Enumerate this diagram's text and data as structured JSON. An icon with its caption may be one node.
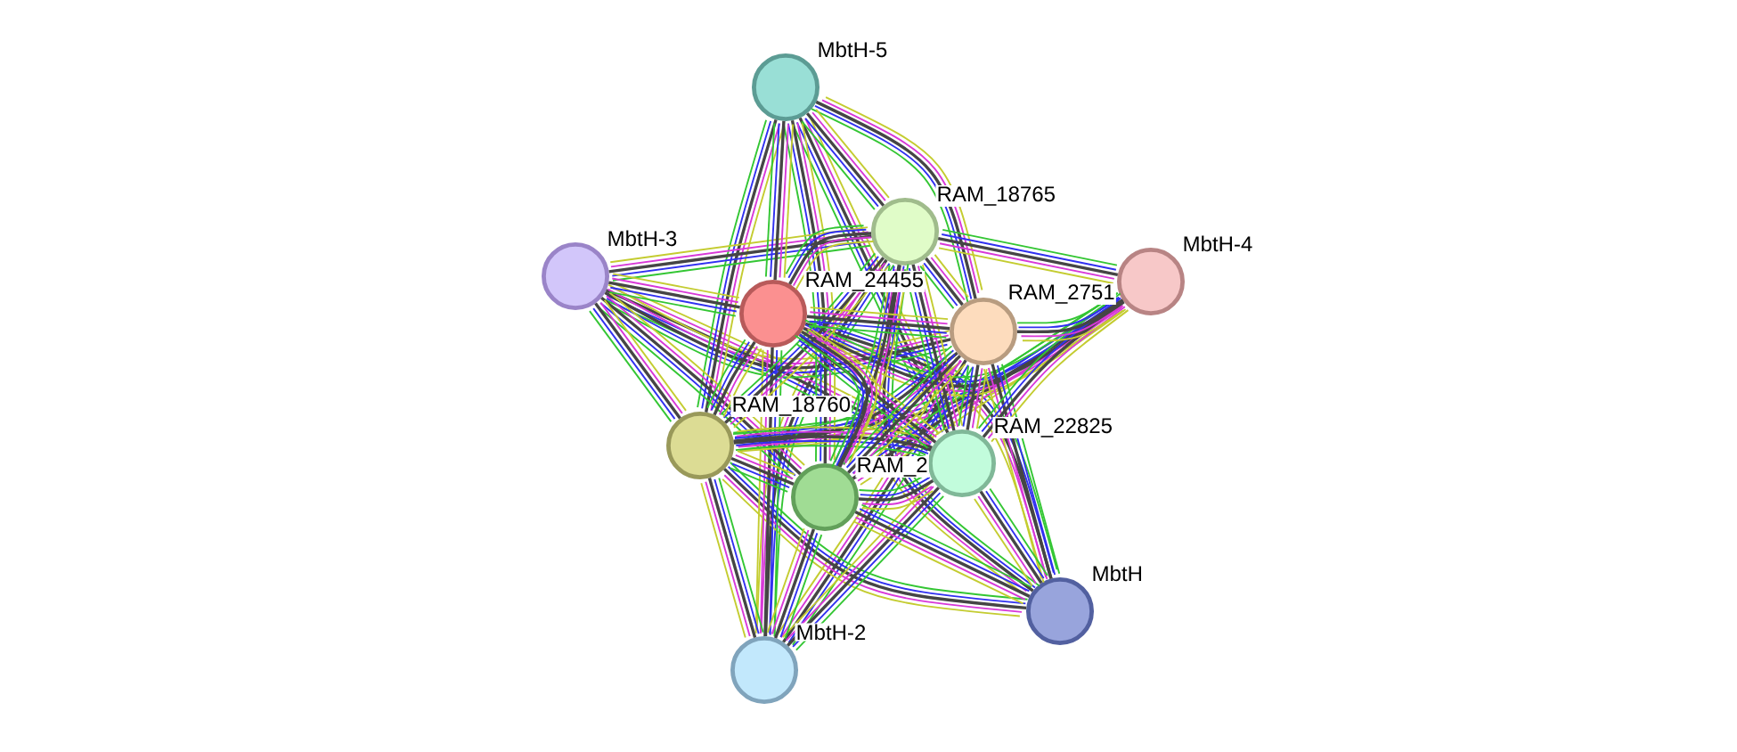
{
  "diagram": {
    "nodes": [
      {
        "text": [],
        "shape": "circle",
        "beside": [
          "MbtH-5"
        ]
      },
      {
        "text": [],
        "shape": "circle",
        "beside": [
          "RAM_18765"
        ]
      },
      {
        "text": [],
        "shape": "circle",
        "beside": [
          "MbtH-3"
        ]
      },
      {
        "text": [],
        "shape": "circle",
        "beside": [
          "MbtH-4"
        ]
      },
      {
        "text": [],
        "shape": "circle",
        "beside": [
          "RAM_24455"
        ]
      },
      {
        "text": [],
        "shape": "circle",
        "beside": [
          "RAM_2751"
        ]
      },
      {
        "text": [],
        "shape": "circle",
        "beside": [
          "RAM_18760"
        ]
      },
      {
        "text": [],
        "shape": "circle",
        "beside": [
          "RAM_22825"
        ]
      },
      {
        "text": [],
        "shape": "circle",
        "beside": [
          "RAM_2"
        ]
      },
      {
        "text": [],
        "shape": "circle",
        "beside": [
          "MbtH"
        ]
      },
      {
        "text": [],
        "shape": "circle",
        "beside": [
          "MbtH-2"
        ]
      }
    ],
    "edges": [
      {
        "from": 1,
        "to": 4,
        "arrow": "none"
      },
      {
        "from": 1,
        "to": 5,
        "arrow": "none"
      },
      {
        "from": 1,
        "to": 6,
        "arrow": "none"
      },
      {
        "from": 1,
        "to": 7,
        "arrow": "none"
      },
      {
        "from": 1,
        "to": 8,
        "arrow": "none"
      },
      {
        "from": 4,
        "to": 5,
        "arrow": "none"
      },
      {
        "from": 4,
        "to": 6,
        "arrow": "none"
      },
      {
        "from": 4,
        "to": 7,
        "arrow": "none"
      },
      {
        "from": 4,
        "to": 8,
        "arrow": "none"
      },
      {
        "from": 5,
        "to": 6,
        "arrow": "none"
      },
      {
        "from": 5,
        "to": 7,
        "arrow": "none"
      },
      {
        "from": 5,
        "to": 8,
        "arrow": "none"
      },
      {
        "from": 6,
        "to": 7,
        "arrow": "none"
      },
      {
        "from": 6,
        "to": 8,
        "arrow": "none"
      },
      {
        "from": 7,
        "to": 8,
        "arrow": "none"
      },
      {
        "from": 0,
        "to": 1,
        "arrow": "none"
      },
      {
        "from": 0,
        "to": 4,
        "arrow": "none"
      },
      {
        "from": 0,
        "to": 5,
        "arrow": "none"
      },
      {
        "from": 0,
        "to": 6,
        "arrow": "none"
      },
      {
        "from": 0,
        "to": 7,
        "arrow": "none"
      },
      {
        "from": 0,
        "to": 8,
        "arrow": "none"
      },
      {
        "from": 2,
        "to": 1,
        "arrow": "none"
      },
      {
        "from": 2,
        "to": 4,
        "arrow": "none"
      },
      {
        "from": 2,
        "to": 5,
        "arrow": "none"
      },
      {
        "from": 2,
        "to": 6,
        "arrow": "none"
      },
      {
        "from": 2,
        "to": 7,
        "arrow": "none"
      },
      {
        "from": 2,
        "to": 8,
        "arrow": "none"
      },
      {
        "from": 3,
        "to": 1,
        "arrow": "none"
      },
      {
        "from": 3,
        "to": 4,
        "arrow": "none"
      },
      {
        "from": 3,
        "to": 5,
        "arrow": "none"
      },
      {
        "from": 3,
        "to": 6,
        "arrow": "none"
      },
      {
        "from": 3,
        "to": 7,
        "arrow": "none"
      },
      {
        "from": 3,
        "to": 8,
        "arrow": "none"
      },
      {
        "from": 9,
        "to": 1,
        "arrow": "none"
      },
      {
        "from": 9,
        "to": 4,
        "arrow": "none"
      },
      {
        "from": 9,
        "to": 5,
        "arrow": "none"
      },
      {
        "from": 9,
        "to": 6,
        "arrow": "none"
      },
      {
        "from": 9,
        "to": 7,
        "arrow": "none"
      },
      {
        "from": 9,
        "to": 8,
        "arrow": "none"
      },
      {
        "from": 10,
        "to": 1,
        "arrow": "none"
      },
      {
        "from": 10,
        "to": 4,
        "arrow": "none"
      },
      {
        "from": 10,
        "to": 5,
        "arrow": "none"
      },
      {
        "from": 10,
        "to": 6,
        "arrow": "none"
      },
      {
        "from": 10,
        "to": 7,
        "arrow": "none"
      },
      {
        "from": 10,
        "to": 8,
        "arrow": "none"
      }
    ]
  }
}
